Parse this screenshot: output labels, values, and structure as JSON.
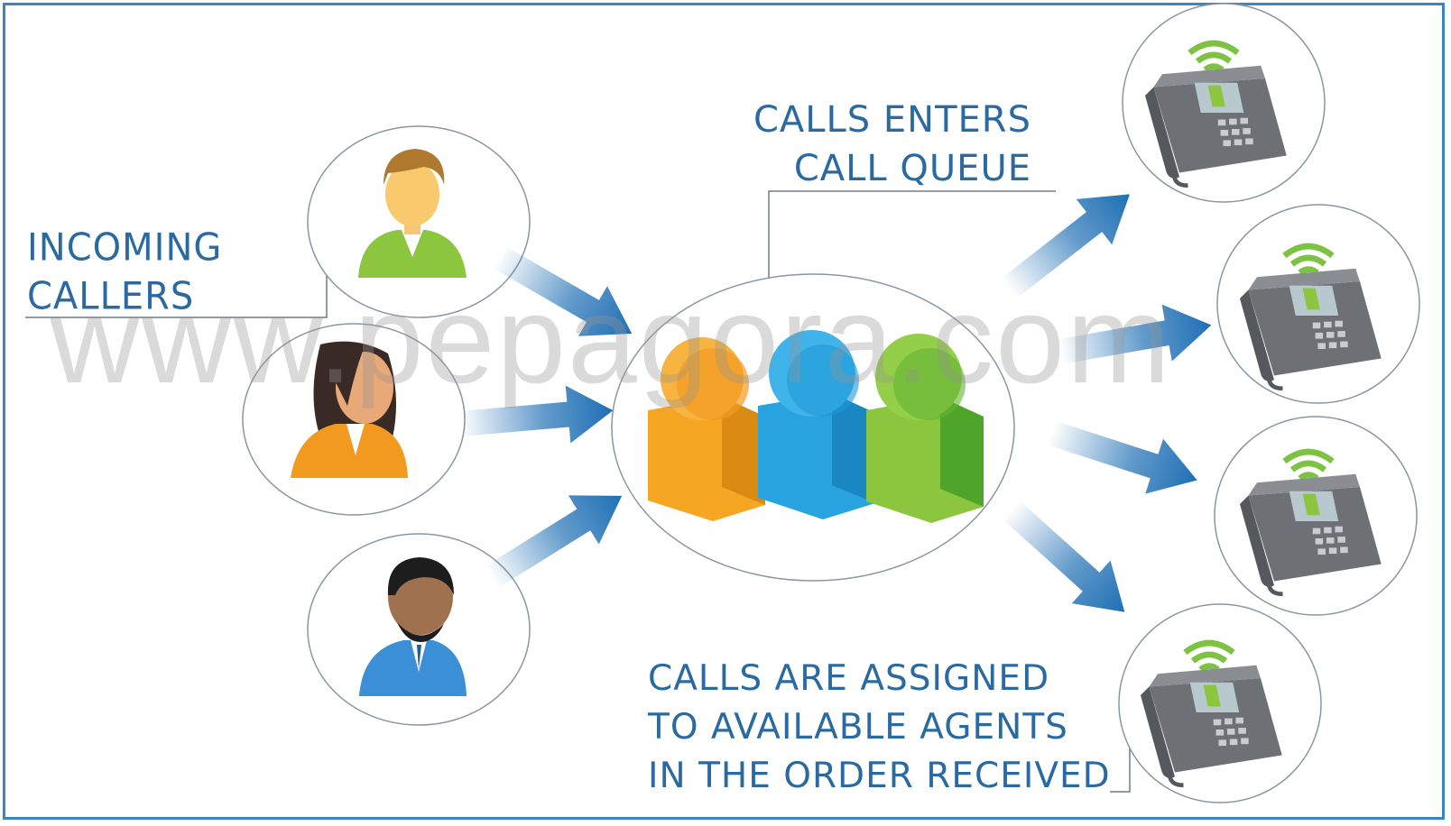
{
  "labels": {
    "incoming_line1": "INCOMING",
    "incoming_line2": "CALLERS",
    "queue_line1": "CALLS ENTERS",
    "queue_line2": "CALL QUEUE",
    "assign_line1": "CALLS ARE ASSIGNED",
    "assign_line2": "TO AVAILABLE AGENTS",
    "assign_line3": "IN THE ORDER RECEIVED"
  },
  "watermark": "www.pepagora.com",
  "colors": {
    "border": "#3a87bf",
    "text": "#2a6aa1",
    "arrow": "#1f6fb5",
    "orange": "#f5a623",
    "blue": "#29a3e0",
    "green": "#8cc63f",
    "phone": "#6d7075"
  },
  "icons": {
    "callers": [
      "person-green-shirt-icon",
      "person-orange-woman-icon",
      "person-blue-suit-icon"
    ],
    "queue": "queue-people-icon",
    "agents": [
      "desk-phone-icon",
      "desk-phone-icon",
      "desk-phone-icon",
      "desk-phone-icon"
    ]
  }
}
